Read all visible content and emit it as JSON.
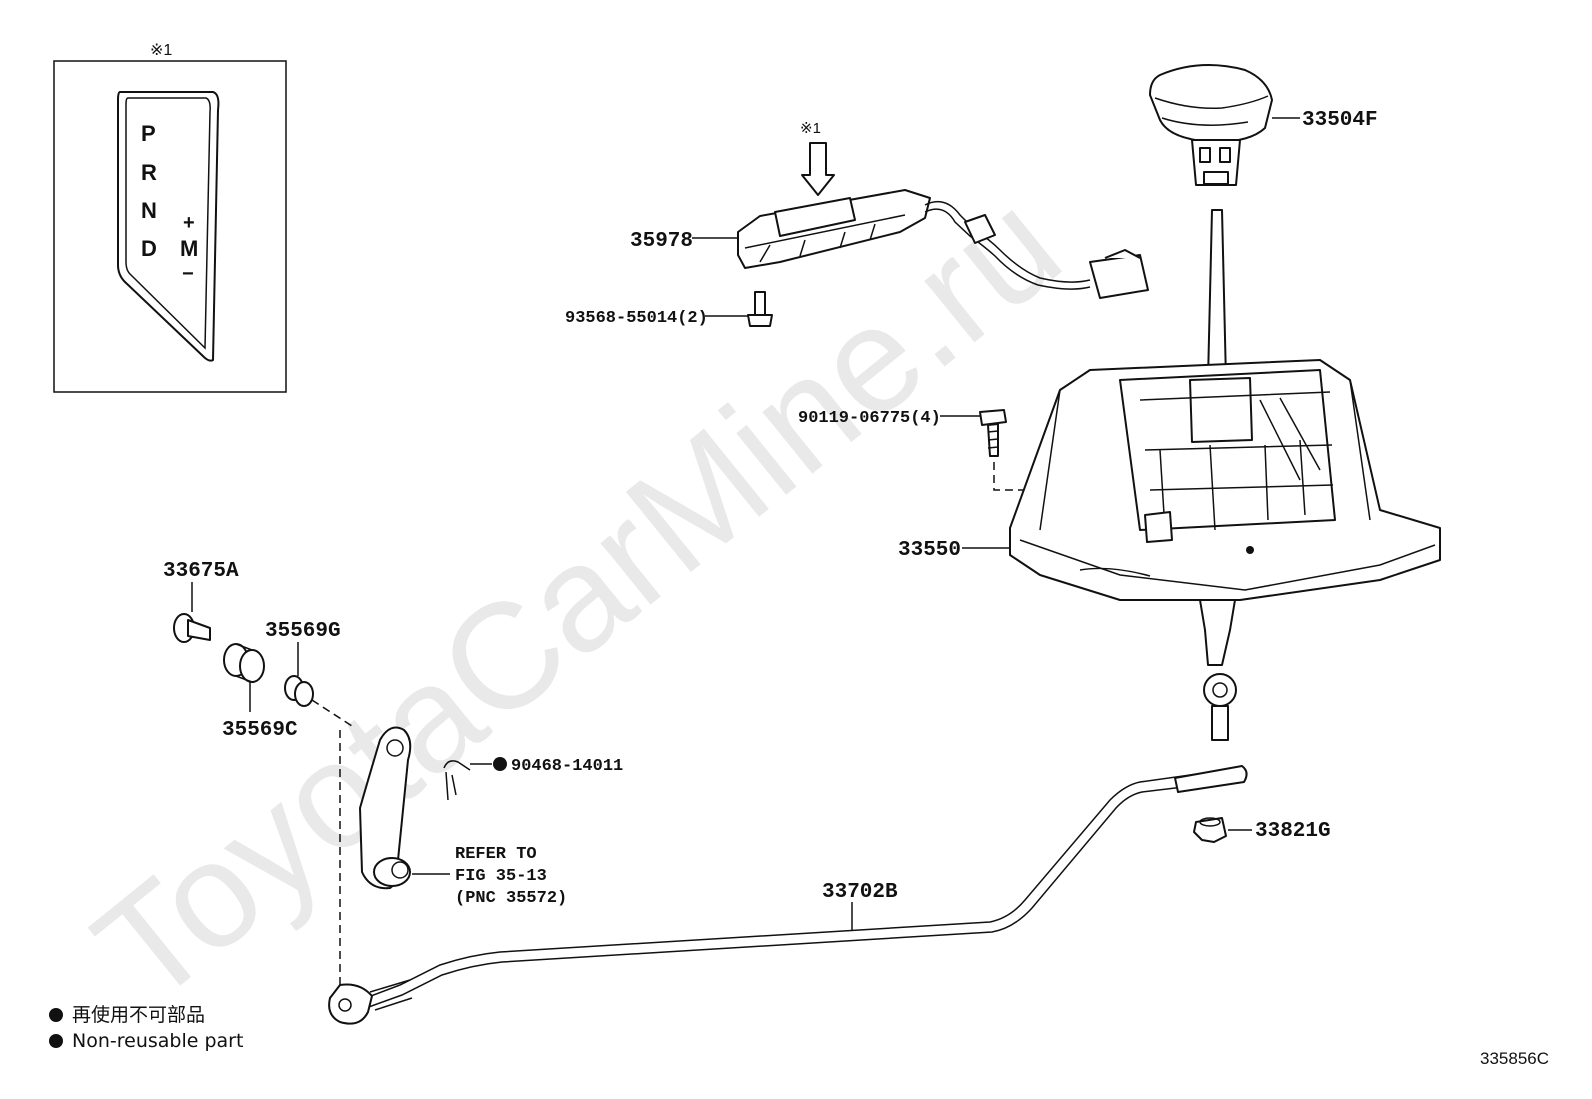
{
  "watermark": "ToyotaCarMine.ru",
  "inset": {
    "note_mark": "※1",
    "gate_letters": [
      "P",
      "R",
      "N",
      "D"
    ],
    "manual_letter": "M",
    "plus": "+",
    "minus": "−",
    "top_letter": "P"
  },
  "callouts": {
    "note_mark_arrow": "※1",
    "p33504f": "33504F",
    "p35978": "35978",
    "p93568": "93568-55014(2)",
    "p90119": "90119-06775(4)",
    "p33550": "33550",
    "p33675a": "33675A",
    "p35569g": "35569G",
    "p35569c": "35569C",
    "p90468": "90468-14011",
    "refer_line1": "REFER TO",
    "refer_line2": "FIG 35-13",
    "refer_line3": "(PNC 35572)",
    "p33821g": "33821G",
    "p33702b": "33702B"
  },
  "legend": {
    "line_jp": "再使用不可部品",
    "line_en": "Non-reusable part"
  },
  "figure_code": "335856C"
}
